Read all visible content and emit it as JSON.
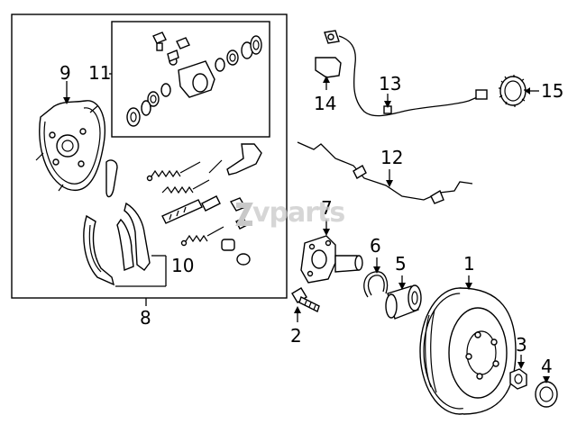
{
  "callouts": {
    "c1": "1",
    "c2": "2",
    "c3": "3",
    "c4": "4",
    "c5": "5",
    "c6": "6",
    "c7": "7",
    "c8": "8",
    "c9": "9",
    "c10": "10",
    "c11": "11",
    "c12": "12",
    "c13": "13",
    "c14": "14",
    "c15": "15"
  },
  "watermark": "vparts"
}
